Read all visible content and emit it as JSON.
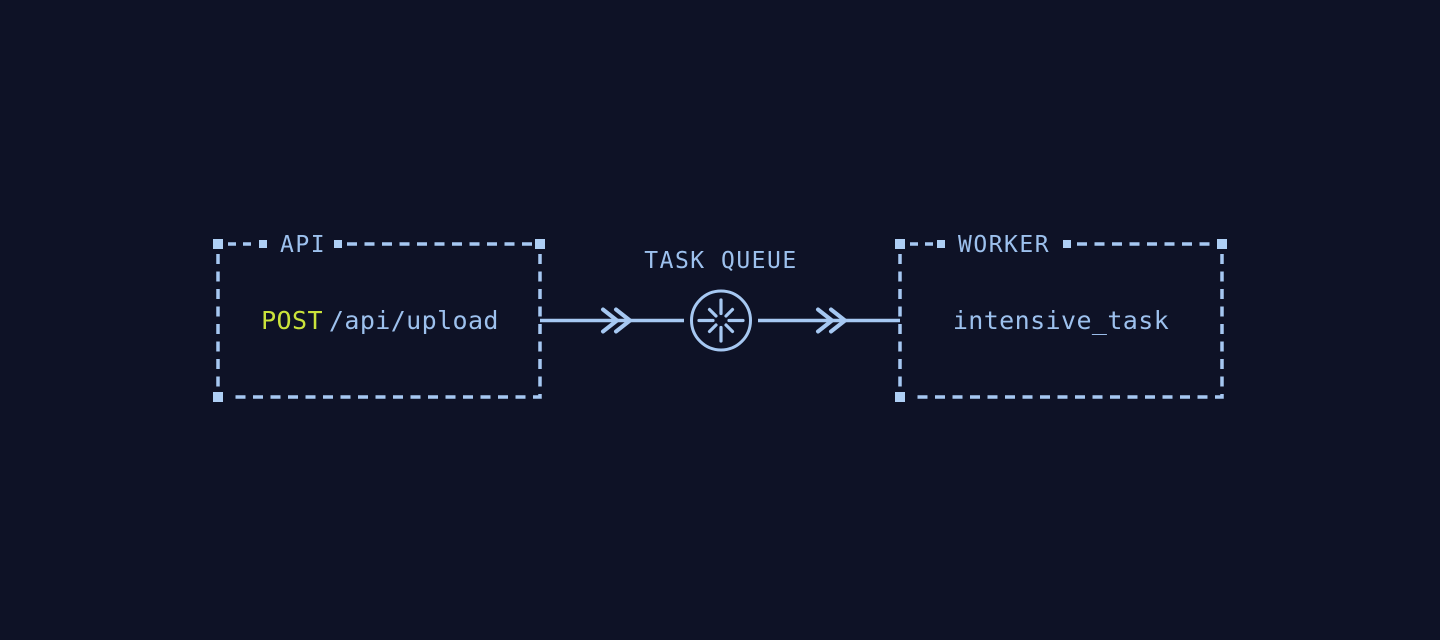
{
  "palette": {
    "background": "#0e1226",
    "line_blue": "#a6c8f2",
    "text_blue": "#9dc1ee",
    "accent_yellow": "#cbe33b"
  },
  "diagram": {
    "api_box": {
      "title": "API",
      "method": "POST",
      "endpoint": "/api/upload"
    },
    "queue": {
      "label": "TASK QUEUE",
      "icon": "spinner-icon"
    },
    "worker_box": {
      "title": "WORKER",
      "task": "intensive_task"
    }
  }
}
